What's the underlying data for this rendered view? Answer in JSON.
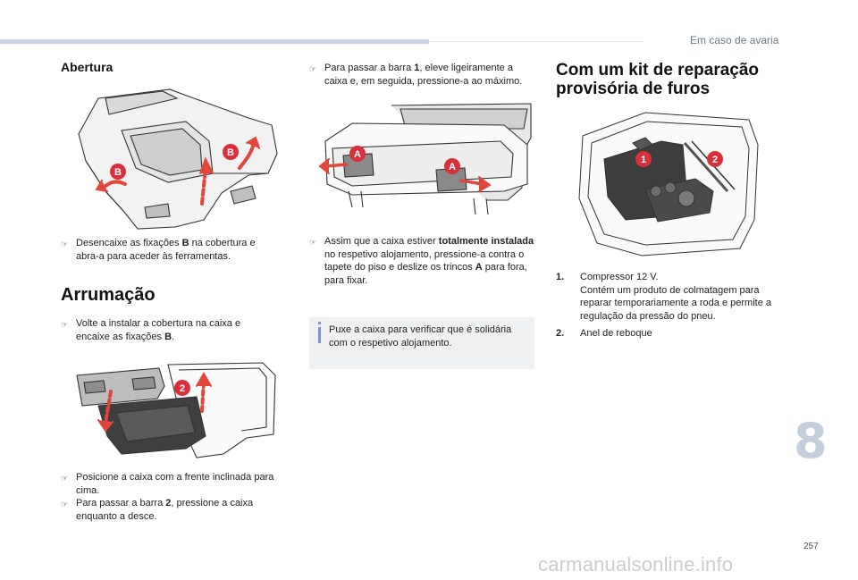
{
  "header": {
    "section": "Em caso de avaria"
  },
  "left_col": {
    "title_opening": "Abertura",
    "opening_labels": {
      "b1": "B",
      "b2": "B"
    },
    "opening_step": {
      "pre": "Desencaixe as fixações ",
      "b": "B",
      "post": " na cobertura e abra-a para aceder às ferramentas."
    },
    "title_storage": "Arrumação",
    "storage_step": {
      "pre": "Volte a instalar a cobertura na caixa e encaixe as fixações ",
      "b": "B",
      "post": "."
    },
    "storage_label": "2",
    "position_step_1": "Posicione a caixa com a frente inclinada para cima.",
    "position_step_2": {
      "pre": "Para passar a barra ",
      "b": "2",
      "post": ", pressione a caixa enquanto a desce."
    }
  },
  "mid_col": {
    "bar_step": {
      "pre": "Para passar a barra ",
      "b": "1",
      "post": ", eleve ligeiramente a caixa e, em seguida, pressione-a ao máximo."
    },
    "latch_labels": {
      "a1": "A",
      "a2": "A"
    },
    "installed_step": {
      "pre": "Assim que a caixa estiver ",
      "b": "totalmente instalada",
      "mid": " no respetivo alojamento, pressione-a contra o tapete do piso e deslize os trincos ",
      "b2": "A",
      "post": " para fora, para fixar."
    },
    "note": "Puxe a caixa para verificar que é solidária com o respetivo alojamento."
  },
  "right_col": {
    "title": "Com um kit de reparação provisória de furos",
    "kit_labels": {
      "k1": "1",
      "k2": "2"
    },
    "items": [
      {
        "num": "1.",
        "lines": [
          "Compressor 12 V.",
          "Contém um produto de colmatagem para reparar temporariamente a roda e permite a regulação da pressão do pneu."
        ]
      },
      {
        "num": "2.",
        "lines": [
          "Anel de reboque"
        ]
      }
    ]
  },
  "chapter_number": "8",
  "page_number": "257",
  "watermark": "carmanualsonline.info",
  "icons": {
    "step_arrow": "hand-pointer-icon",
    "note": "info-icon"
  },
  "colors": {
    "accent_red": "#e0463a",
    "callout_red": "#d9303a",
    "header_bar": "#c9d6ea",
    "chapter": "#c4cfdd",
    "note_bg": "#eef0f2"
  }
}
